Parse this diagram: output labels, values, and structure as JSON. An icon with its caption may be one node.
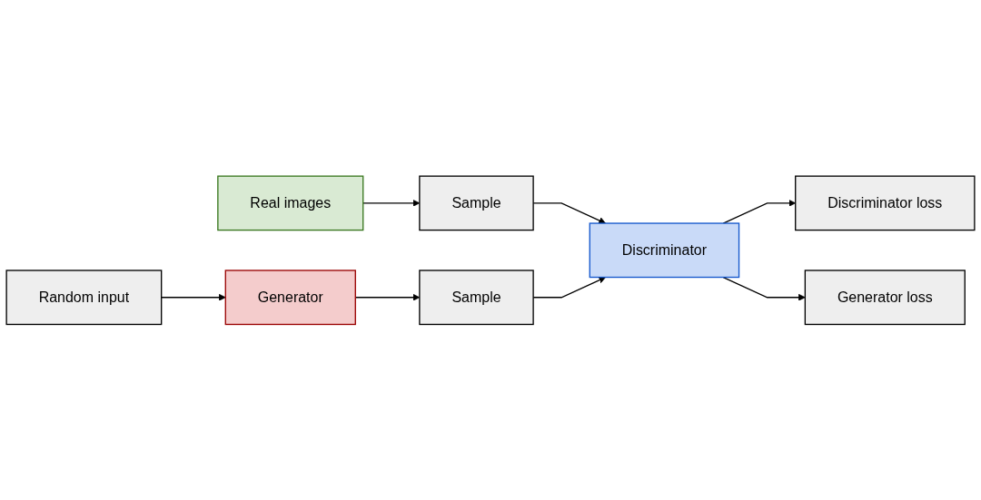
{
  "diagram": {
    "nodes": [
      {
        "text": [
          "Real images"
        ]
      },
      {
        "text": [
          "Sample"
        ]
      },
      {
        "text": [
          "Random input"
        ]
      },
      {
        "text": [
          "Generator"
        ]
      },
      {
        "text": [
          "Sample"
        ]
      },
      {
        "text": [
          "Discriminator"
        ]
      },
      {
        "text": [
          "Discriminator loss"
        ]
      },
      {
        "text": [
          "Generator loss"
        ]
      }
    ],
    "edges": [
      {
        "from": 0,
        "to": 1,
        "arrow": "to"
      },
      {
        "from": 2,
        "to": 3,
        "arrow": "to"
      },
      {
        "from": 3,
        "to": 4,
        "arrow": "to"
      },
      {
        "from": 1,
        "to": 5,
        "arrow": "to"
      },
      {
        "from": 4,
        "to": 5,
        "arrow": "to"
      },
      {
        "from": 5,
        "to": 6,
        "arrow": "to"
      },
      {
        "from": 5,
        "to": 7,
        "arrow": "to"
      }
    ]
  }
}
